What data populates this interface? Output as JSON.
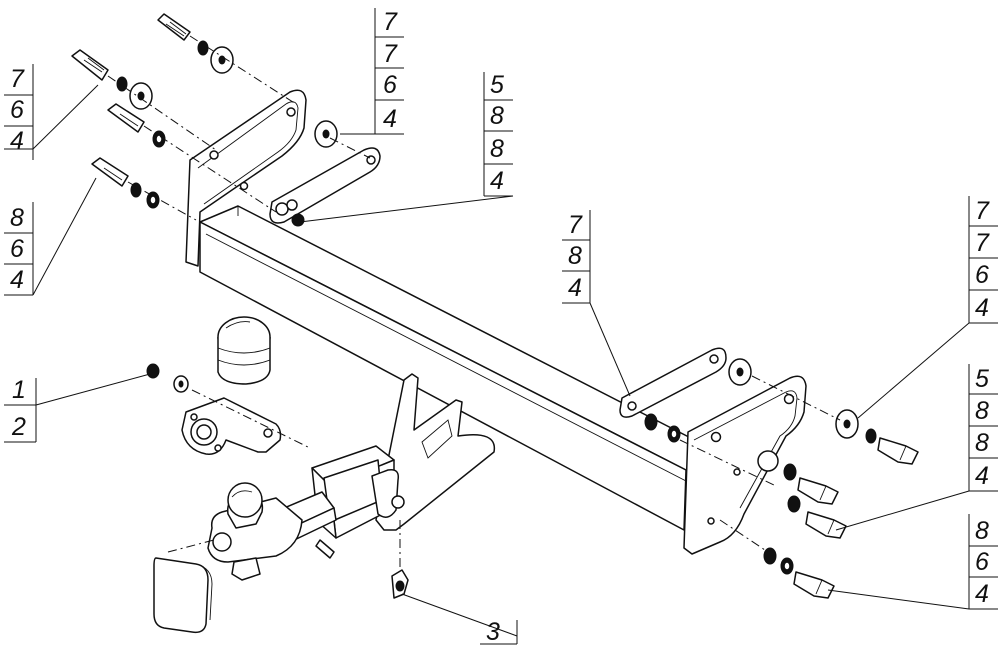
{
  "callouts": {
    "top_left_1": [
      "7",
      "6",
      "4"
    ],
    "left_2": [
      "8",
      "6",
      "4"
    ],
    "top_mid": [
      "7",
      "7",
      "6",
      "4"
    ],
    "mid_5884": [
      "5",
      "8",
      "8",
      "4"
    ],
    "center_784": [
      "7",
      "8",
      "4"
    ],
    "right_top": [
      "7",
      "7",
      "6",
      "4"
    ],
    "right_5884": [
      "5",
      "8",
      "8",
      "4"
    ],
    "right_bottom": [
      "8",
      "6",
      "4"
    ],
    "nut_washer": [
      "1",
      "2"
    ],
    "pin": "3"
  },
  "colors": {
    "line": "#111111",
    "background": "#ffffff"
  }
}
